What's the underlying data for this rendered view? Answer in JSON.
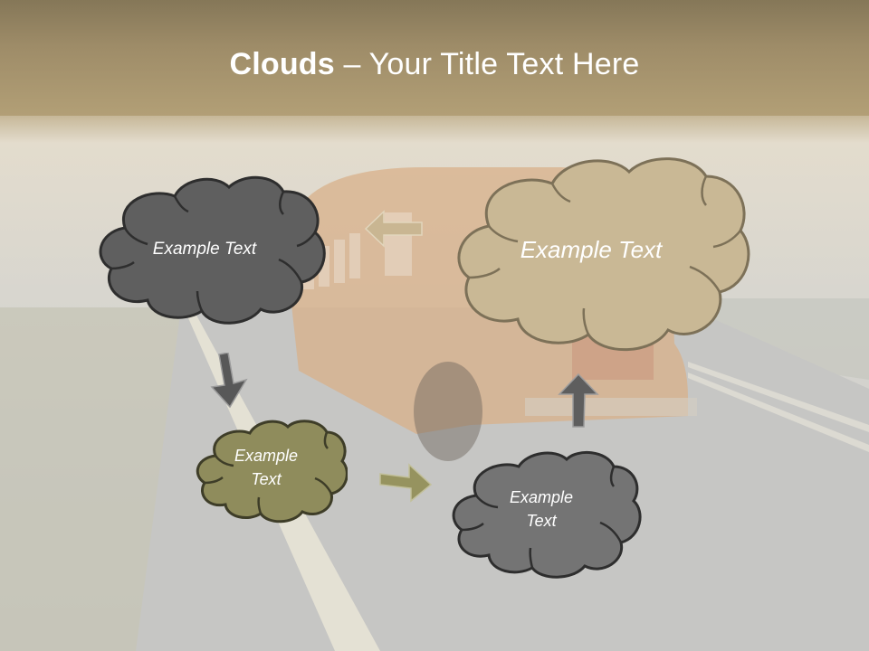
{
  "slide": {
    "title_bold": "Clouds",
    "title_rest": " – Your Title Text Here"
  },
  "clouds": [
    {
      "id": "cloud-1",
      "text": "Example Text",
      "fill": "#5f5f5f",
      "stroke": "#2e2e2e"
    },
    {
      "id": "cloud-2",
      "text": "Example Text",
      "fill": "#c9b895",
      "stroke": "#7d7158"
    },
    {
      "id": "cloud-3",
      "line1": "Example",
      "line2": "Text",
      "fill": "#8f8c5c",
      "stroke": "#3e3d28"
    },
    {
      "id": "cloud-4",
      "line1": "Example",
      "line2": "Text",
      "fill": "#747474",
      "stroke": "#2e2e2e"
    }
  ],
  "arrows": [
    {
      "id": "arrow-down",
      "direction": "down",
      "color": "#585858"
    },
    {
      "id": "arrow-right",
      "direction": "right",
      "color": "#96935f"
    },
    {
      "id": "arrow-up",
      "direction": "up",
      "color": "#5e5e5e"
    },
    {
      "id": "arrow-left",
      "direction": "left",
      "color": "#c9b692"
    }
  ]
}
